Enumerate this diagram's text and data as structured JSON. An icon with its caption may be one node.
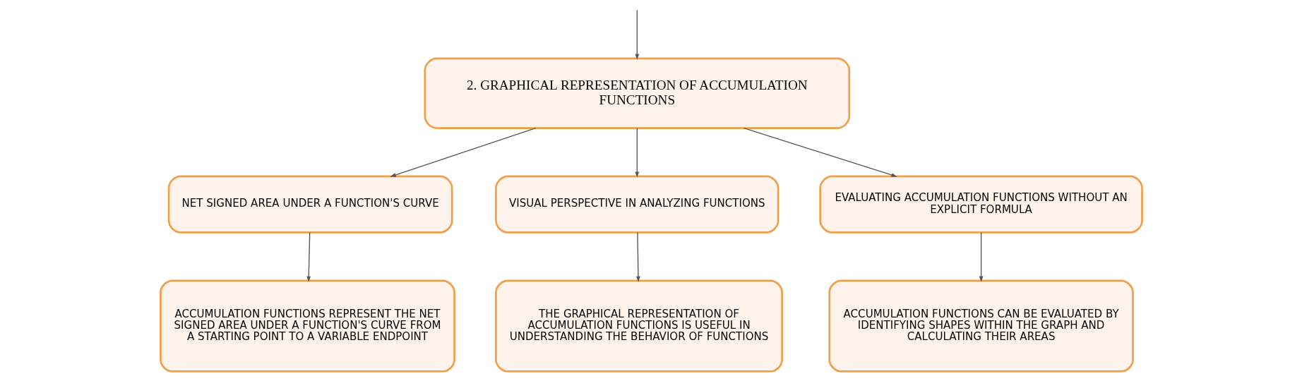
{
  "diagram": {
    "nodes": [
      {
        "text": [
          "2. GRAPHICAL REPRESENTATION OF ACCUMULATION FUNCTIONS"
        ]
      },
      {
        "text": [
          "NET SIGNED AREA UNDER A FUNCTION'S CURVE"
        ]
      },
      {
        "text": [
          "VISUAL PERSPECTIVE IN ANALYZING FUNCTIONS"
        ]
      },
      {
        "text": [
          "EVALUATING ACCUMULATION FUNCTIONS WITHOUT AN EXPLICIT FORMULA"
        ]
      },
      {
        "text": [
          "ACCUMULATION FUNCTIONS REPRESENT THE NET SIGNED AREA UNDER A FUNCTION'S CURVE FROM A STARTING POINT TO A VARIABLE ENDPOINT"
        ]
      },
      {
        "text": [
          "THE GRAPHICAL REPRESENTATION OF ACCUMULATION FUNCTIONS IS USEFUL IN UNDERSTANDING THE BEHAVIOR OF FUNCTIONS"
        ]
      },
      {
        "text": [
          "ACCUMULATION FUNCTIONS CAN BE EVALUATED BY IDENTIFYING SHAPES WITHIN THE GRAPH AND CALCULATING THEIR AREAS"
        ]
      }
    ],
    "edges": [
      {
        "from": null,
        "to": 0,
        "arrow": "to"
      },
      {
        "from": 0,
        "to": 1,
        "arrow": "to"
      },
      {
        "from": 0,
        "to": 2,
        "arrow": "to"
      },
      {
        "from": 0,
        "to": 3,
        "arrow": "to"
      },
      {
        "from": 1,
        "to": 4,
        "arrow": "to"
      },
      {
        "from": 2,
        "to": 5,
        "arrow": "to"
      },
      {
        "from": 3,
        "to": 6,
        "arrow": "to"
      }
    ]
  }
}
